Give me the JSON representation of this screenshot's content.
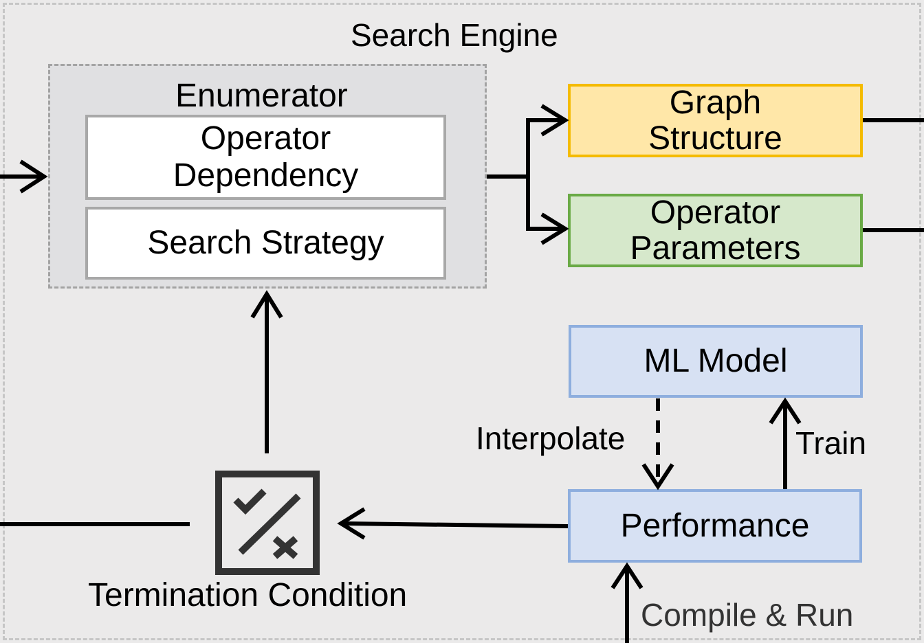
{
  "title": "Search Engine",
  "enumerator": {
    "label": "Enumerator",
    "operator_dependency": "Operator\nDependency",
    "search_strategy": "Search Strategy"
  },
  "outputs": {
    "graph_structure": "Graph\nStructure",
    "operator_parameters": "Operator\nParameters"
  },
  "ml_model": "ML Model",
  "performance": "Performance",
  "edges": {
    "interpolate": "Interpolate",
    "train": "Train",
    "compile_run": "Compile & Run"
  },
  "termination": {
    "label": "Termination Condition",
    "icon": "check-cross-ratio-icon"
  },
  "colors": {
    "background": "#ebeaea",
    "graph_structure_fill": "#ffe7a8",
    "graph_structure_border": "#f4bb00",
    "operator_parameters_fill": "#d6e8cb",
    "operator_parameters_border": "#6aaa46",
    "model_fill": "#d7e1f3",
    "model_border": "#8eaede"
  }
}
